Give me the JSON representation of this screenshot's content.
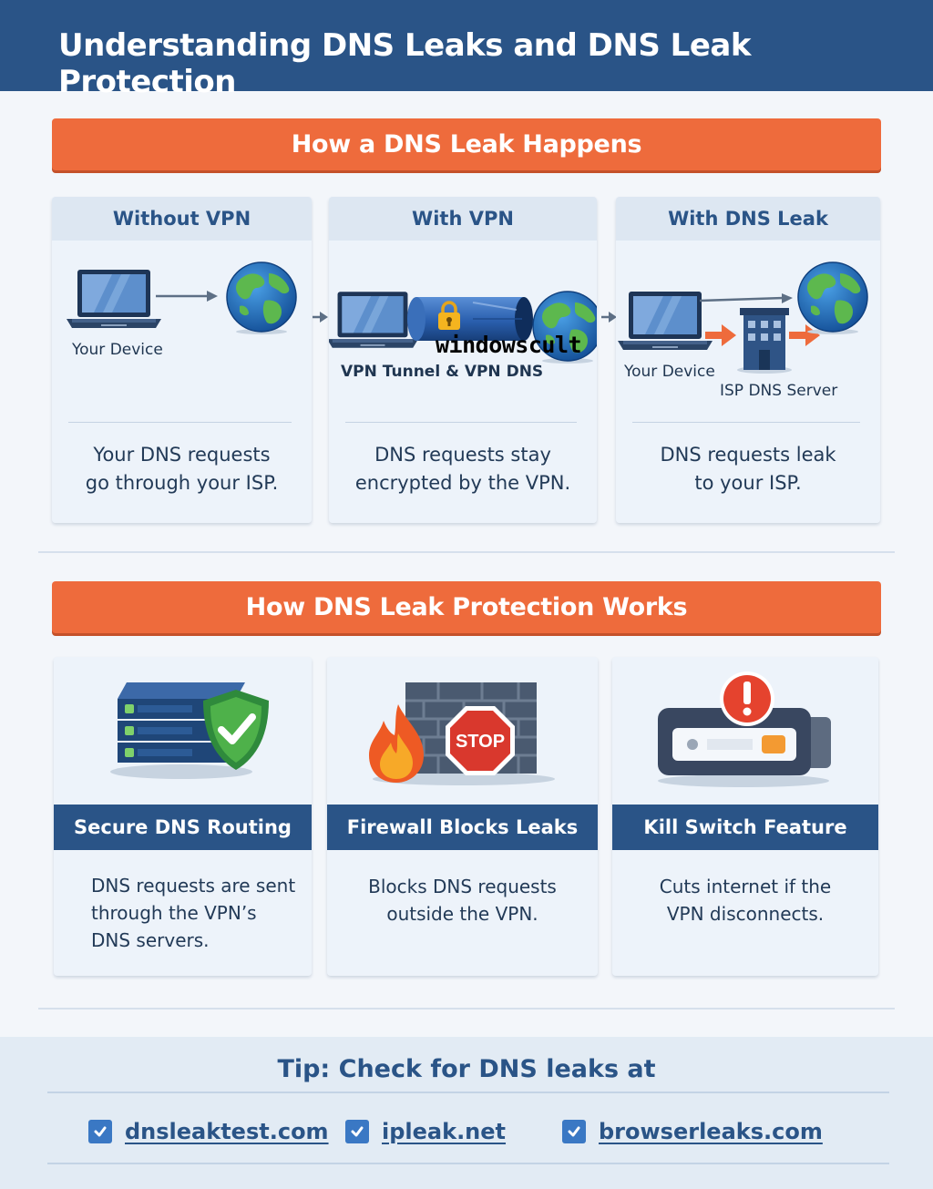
{
  "header": {
    "title": "Understanding DNS Leaks and DNS Leak Protection"
  },
  "section1": {
    "title": "How a DNS Leak Happens",
    "cards": [
      {
        "heading": "Without VPN",
        "captions": [
          "Your Device"
        ],
        "desc": [
          "Your DNS requests",
          "go through your ISP."
        ]
      },
      {
        "heading": "With VPN",
        "captions": [
          "VPN Tunnel  &  VPN DNS"
        ],
        "desc": [
          "DNS requests stay",
          "encrypted by the VPN."
        ]
      },
      {
        "heading": "With DNS Leak",
        "captions": [
          "Your Device",
          "ISP DNS Server"
        ],
        "desc": [
          "DNS requests leak",
          "to your ISP."
        ]
      }
    ]
  },
  "section2": {
    "title": "How DNS Leak Protection Works",
    "features": [
      {
        "title": "Secure DNS Routing",
        "desc": [
          "DNS requests are sent",
          "through the VPN’s",
          "DNS servers."
        ]
      },
      {
        "title": "Firewall Blocks Leaks",
        "desc": [
          "Blocks DNS requests",
          "outside the VPN."
        ],
        "sign": "STOP"
      },
      {
        "title": "Kill Switch Feature",
        "desc": [
          "Cuts internet if the",
          "VPN disconnects."
        ]
      }
    ]
  },
  "tip": {
    "title": "Tip: Check for DNS leaks at",
    "links": [
      "dnsleaktest.com",
      "ipleak.net",
      "browserleaks.com"
    ]
  },
  "watermark": "windowscult",
  "icons": [
    "laptop-icon",
    "globe-icon",
    "arrow-icon",
    "tunnel-icon",
    "lock-icon",
    "isp-building-icon",
    "server-icon",
    "shield-check-icon",
    "flame-icon",
    "brick-wall-icon",
    "stop-sign-icon",
    "toggle-switch-icon",
    "alert-icon",
    "checkbox-icon"
  ],
  "colors": {
    "header": "#2a5487",
    "banner": "#ee6b3c",
    "accent": "#3a78c4",
    "card": "#edf3fa"
  }
}
